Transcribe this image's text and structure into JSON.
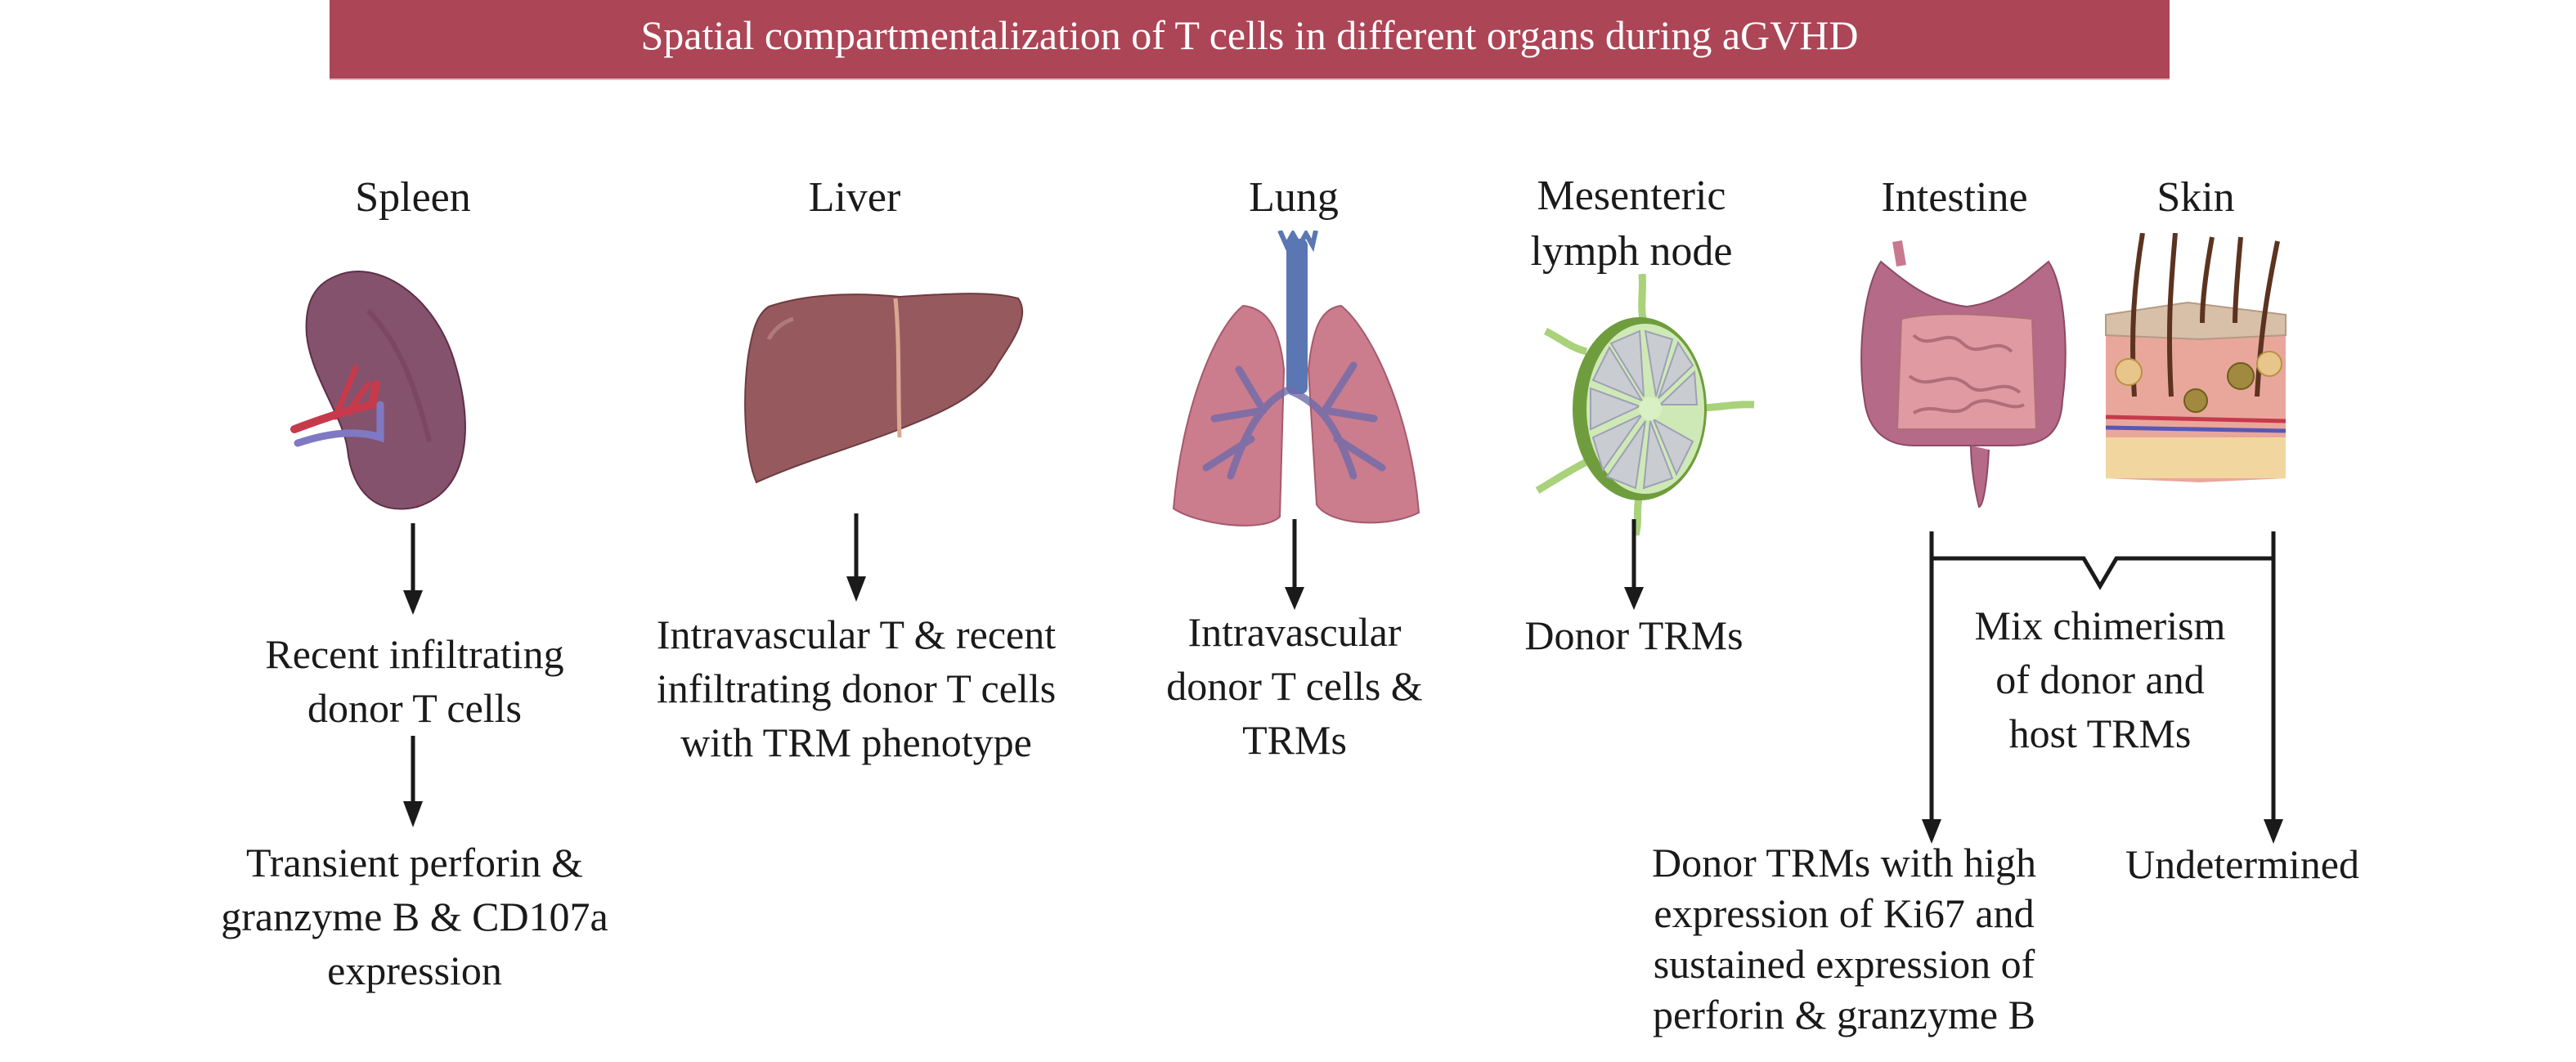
{
  "title": "Spatial compartmentalization of T cells in different organs during aGVHD",
  "colors": {
    "banner": "#AC4556",
    "banner_text": "#FFFFFF",
    "arrow": "#1A1A1A"
  },
  "organs": [
    {
      "id": "spleen",
      "label": "Spleen",
      "icon": "spleen-icon"
    },
    {
      "id": "liver",
      "label": "Liver",
      "icon": "liver-icon"
    },
    {
      "id": "lung",
      "label": "Lung",
      "icon": "lung-icon"
    },
    {
      "id": "mln",
      "label_line1": "Mesenteric",
      "label_line2": "lymph node",
      "icon": "lymph-node-icon"
    },
    {
      "id": "intestine",
      "label": "Intestine",
      "icon": "intestine-icon"
    },
    {
      "id": "skin",
      "label": "Skin",
      "icon": "skin-icon"
    }
  ],
  "outcomes": {
    "spleen": {
      "step1": [
        "Recent infiltrating",
        "donor T cells"
      ],
      "step2": [
        "Transient perforin &",
        "granzyme B & CD107a",
        "expression"
      ]
    },
    "liver": [
      "Intravascular T & recent",
      "infiltrating donor T cells",
      "with TRM phenotype"
    ],
    "lung": [
      "Intravascular",
      "donor T cells &",
      "TRMs"
    ],
    "mln": [
      "Donor TRMs"
    ],
    "intestine_skin": {
      "shared": [
        "Mix chimerism",
        "of donor and",
        "host TRMs"
      ],
      "intestine": [
        "Donor TRMs with high",
        "expression of Ki67 and",
        "sustained expression of",
        "perforin & granzyme B"
      ],
      "skin": [
        "Undetermined"
      ]
    }
  }
}
